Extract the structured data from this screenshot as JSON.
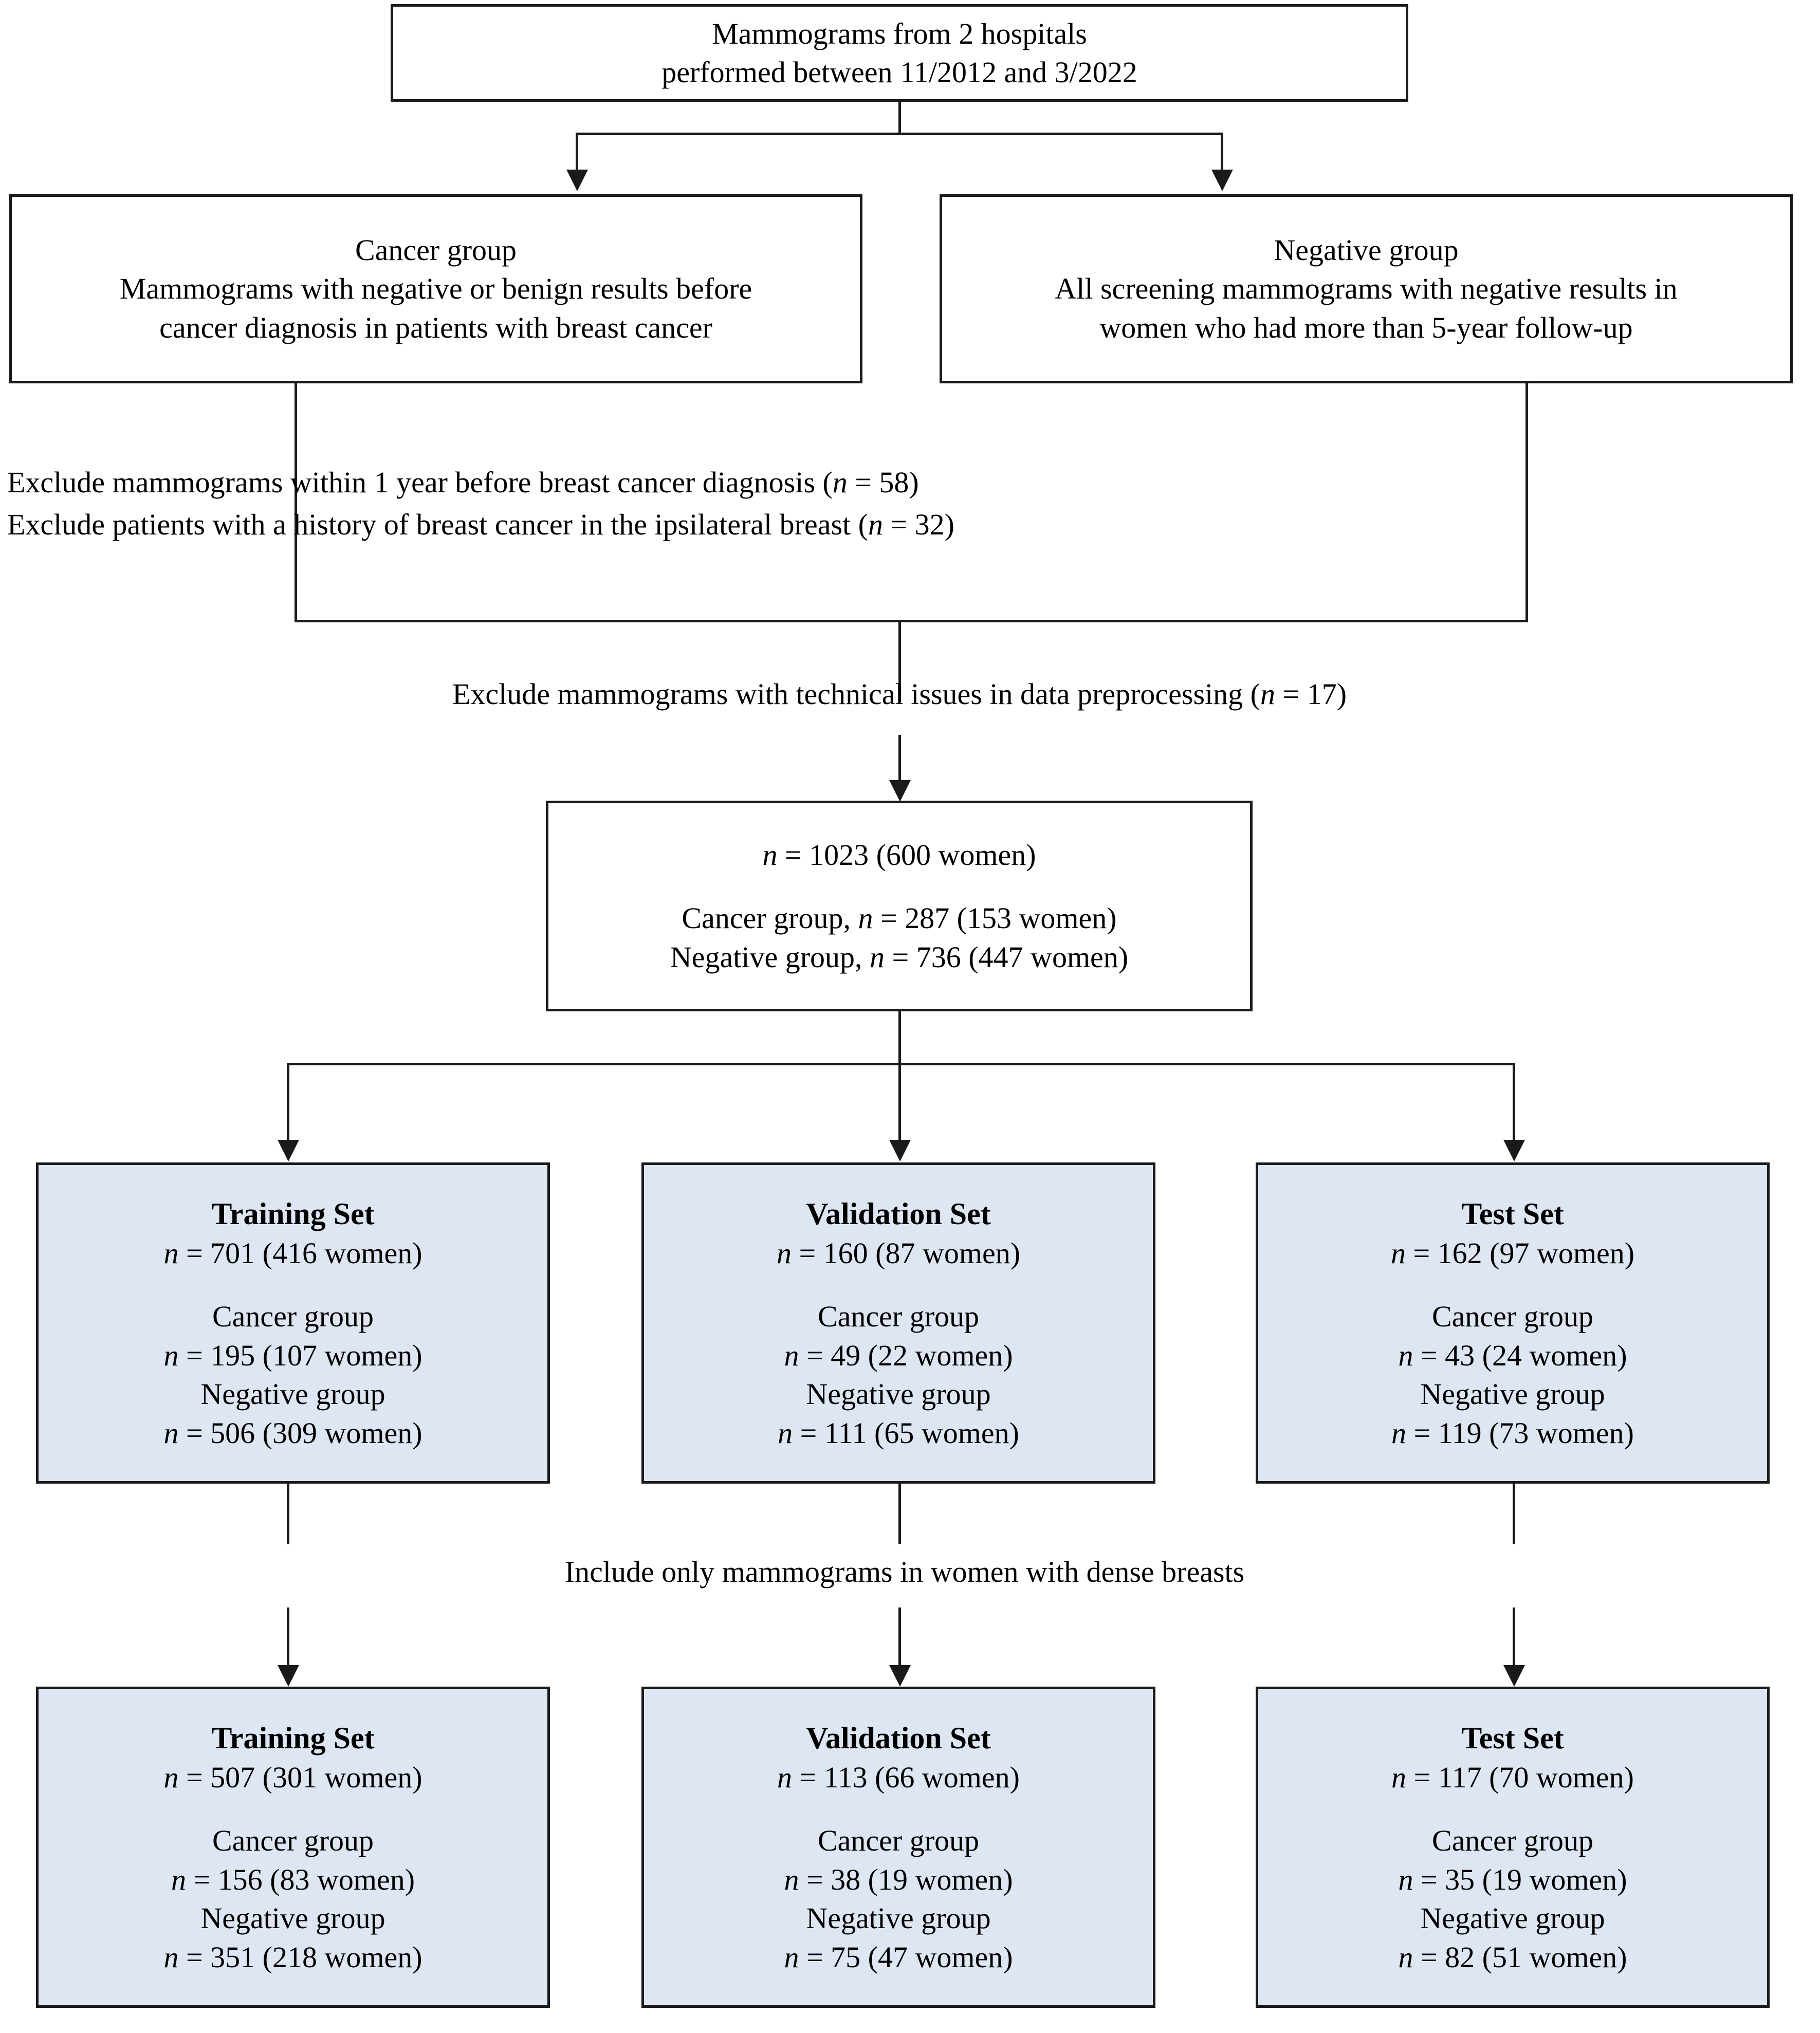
{
  "figure": {
    "type": "flowchart",
    "title": "Study population selection flowchart"
  },
  "nodes": {
    "source": {
      "line1": "Mammograms from 2 hospitals",
      "line2": "performed between 11/2012 and 3/2022"
    },
    "cancer_group": {
      "heading": "Cancer group",
      "line1": "Mammograms with negative or benign results before",
      "line2": "cancer diagnosis in patients with breast cancer"
    },
    "negative_group": {
      "heading": "Negative group",
      "line1": "All screening mammograms with negative results in",
      "line2": "women who had more than 5-year follow-up"
    },
    "pooled": {
      "total": "n = 1023 (600 women)",
      "cancer": "Cancer group, n = 287 (153 women)",
      "negative": "Negative group, n = 736 (447 women)"
    }
  },
  "exclusions": {
    "cancer_1": "Exclude mammograms within 1 year before breast cancer diagnosis (n = 58)",
    "cancer_2": "Exclude patients with a history of breast cancer in the ipsilateral breast (n = 32)",
    "technical": "Exclude mammograms with technical issues in data preprocessing (n = 17)",
    "dense": "Include only mammograms in women with dense breasts"
  },
  "labels": {
    "cancer_group_label": "Cancer group",
    "negative_group_label": "Negative group"
  },
  "splits_all": [
    {
      "name": "Training Set",
      "total": "n = 701 (416 women)",
      "cancer_label": "Cancer group",
      "cancer_n": "n = 195 (107 women)",
      "negative_label": "Negative group",
      "negative_n": "n = 506 (309 women)"
    },
    {
      "name": "Validation Set",
      "total": "n = 160 (87 women)",
      "cancer_label": "Cancer group",
      "cancer_n": "n = 49 (22 women)",
      "negative_label": "Negative group",
      "negative_n": "n = 111 (65 women)"
    },
    {
      "name": "Test Set",
      "total": "n = 162 (97 women)",
      "cancer_label": "Cancer group",
      "cancer_n": "n = 43 (24 women)",
      "negative_label": "Negative group",
      "negative_n": "n = 119 (73 women)"
    }
  ],
  "splits_dense": [
    {
      "name": "Training Set",
      "total": "n = 507 (301 women)",
      "cancer_label": "Cancer group",
      "cancer_n": "n = 156 (83 women)",
      "negative_label": "Negative group",
      "negative_n": "n = 351 (218 women)"
    },
    {
      "name": "Validation Set",
      "total": "n = 113 (66 women)",
      "cancer_label": "Cancer group",
      "cancer_n": "n = 38 (19 women)",
      "negative_label": "Negative group",
      "negative_n": "n = 75 (47 women)"
    },
    {
      "name": "Test Set",
      "total": "n = 117 (70 women)",
      "cancer_label": "Cancer group",
      "cancer_n": "n = 35 (19 women)",
      "negative_label": "Negative group",
      "negative_n": "n = 82 (51 women)"
    }
  ],
  "colors": {
    "box_border": "#1a1a1a",
    "box_fill_plain": "#ffffff",
    "box_fill_highlight": "#dde6f2",
    "text": "#000000"
  }
}
